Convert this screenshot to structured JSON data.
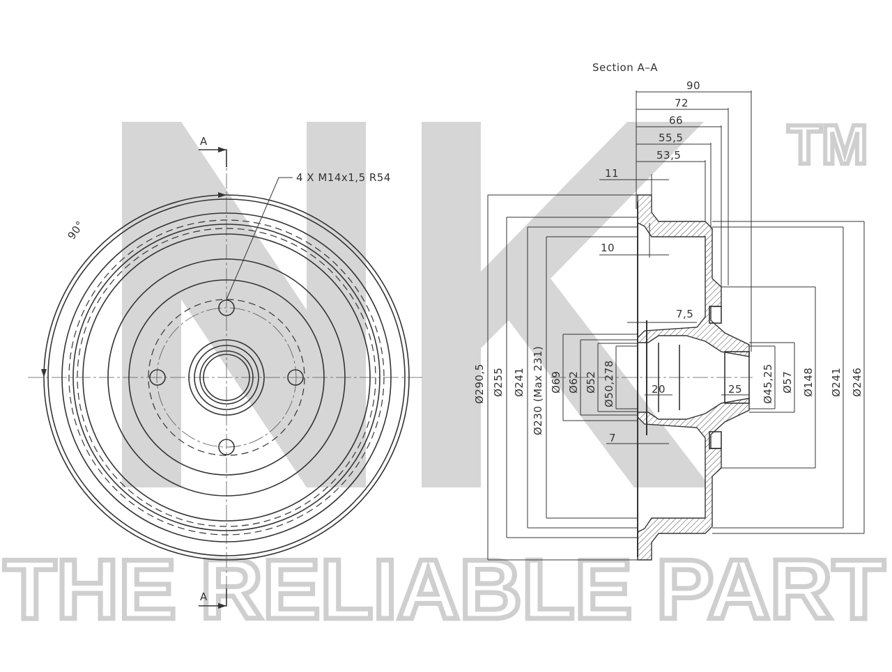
{
  "watermark": {
    "logo_letters": "NK",
    "trademark": "TM",
    "tagline": "THE RELIABLE PART"
  },
  "front_view": {
    "section_marker_top": "A",
    "section_marker_bottom": "A",
    "bolt_spec": "4 X M14x1,5   R54",
    "angle": "90°"
  },
  "section_view": {
    "title": "Section  A–A",
    "dims_top": [
      "90",
      "72",
      "66",
      "55,5",
      "53,5"
    ],
    "dims_left": [
      "11",
      "10",
      "7"
    ],
    "dim_hub_top": "7,5",
    "dim_hub_width": "20",
    "dim_hub_right": "25",
    "diameters_left": [
      "Ø290,5",
      "Ø255",
      "Ø241",
      "Ø230  (Max 231)",
      "Ø69",
      "Ø62",
      "Ø52",
      "Ø50,278"
    ],
    "diameters_right": [
      "Ø45,25",
      "Ø57",
      "Ø148",
      "Ø241",
      "Ø246"
    ]
  }
}
